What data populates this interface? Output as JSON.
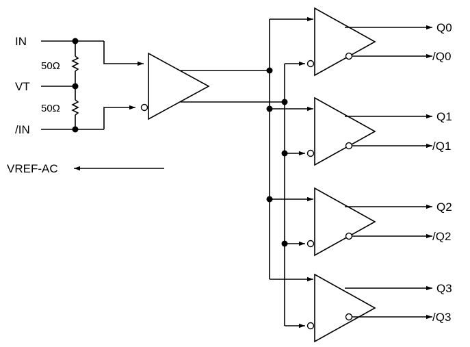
{
  "inputs": {
    "in": "IN",
    "vt": "VT",
    "in_bar": "/IN",
    "resistor_top": "50Ω",
    "resistor_bottom": "50Ω",
    "vref": "VREF-AC"
  },
  "outputs": [
    {
      "q": "Q0",
      "q_bar": "/Q0"
    },
    {
      "q": "Q1",
      "q_bar": "/Q1"
    },
    {
      "q": "Q2",
      "q_bar": "/Q2"
    },
    {
      "q": "Q3",
      "q_bar": "/Q3"
    }
  ]
}
